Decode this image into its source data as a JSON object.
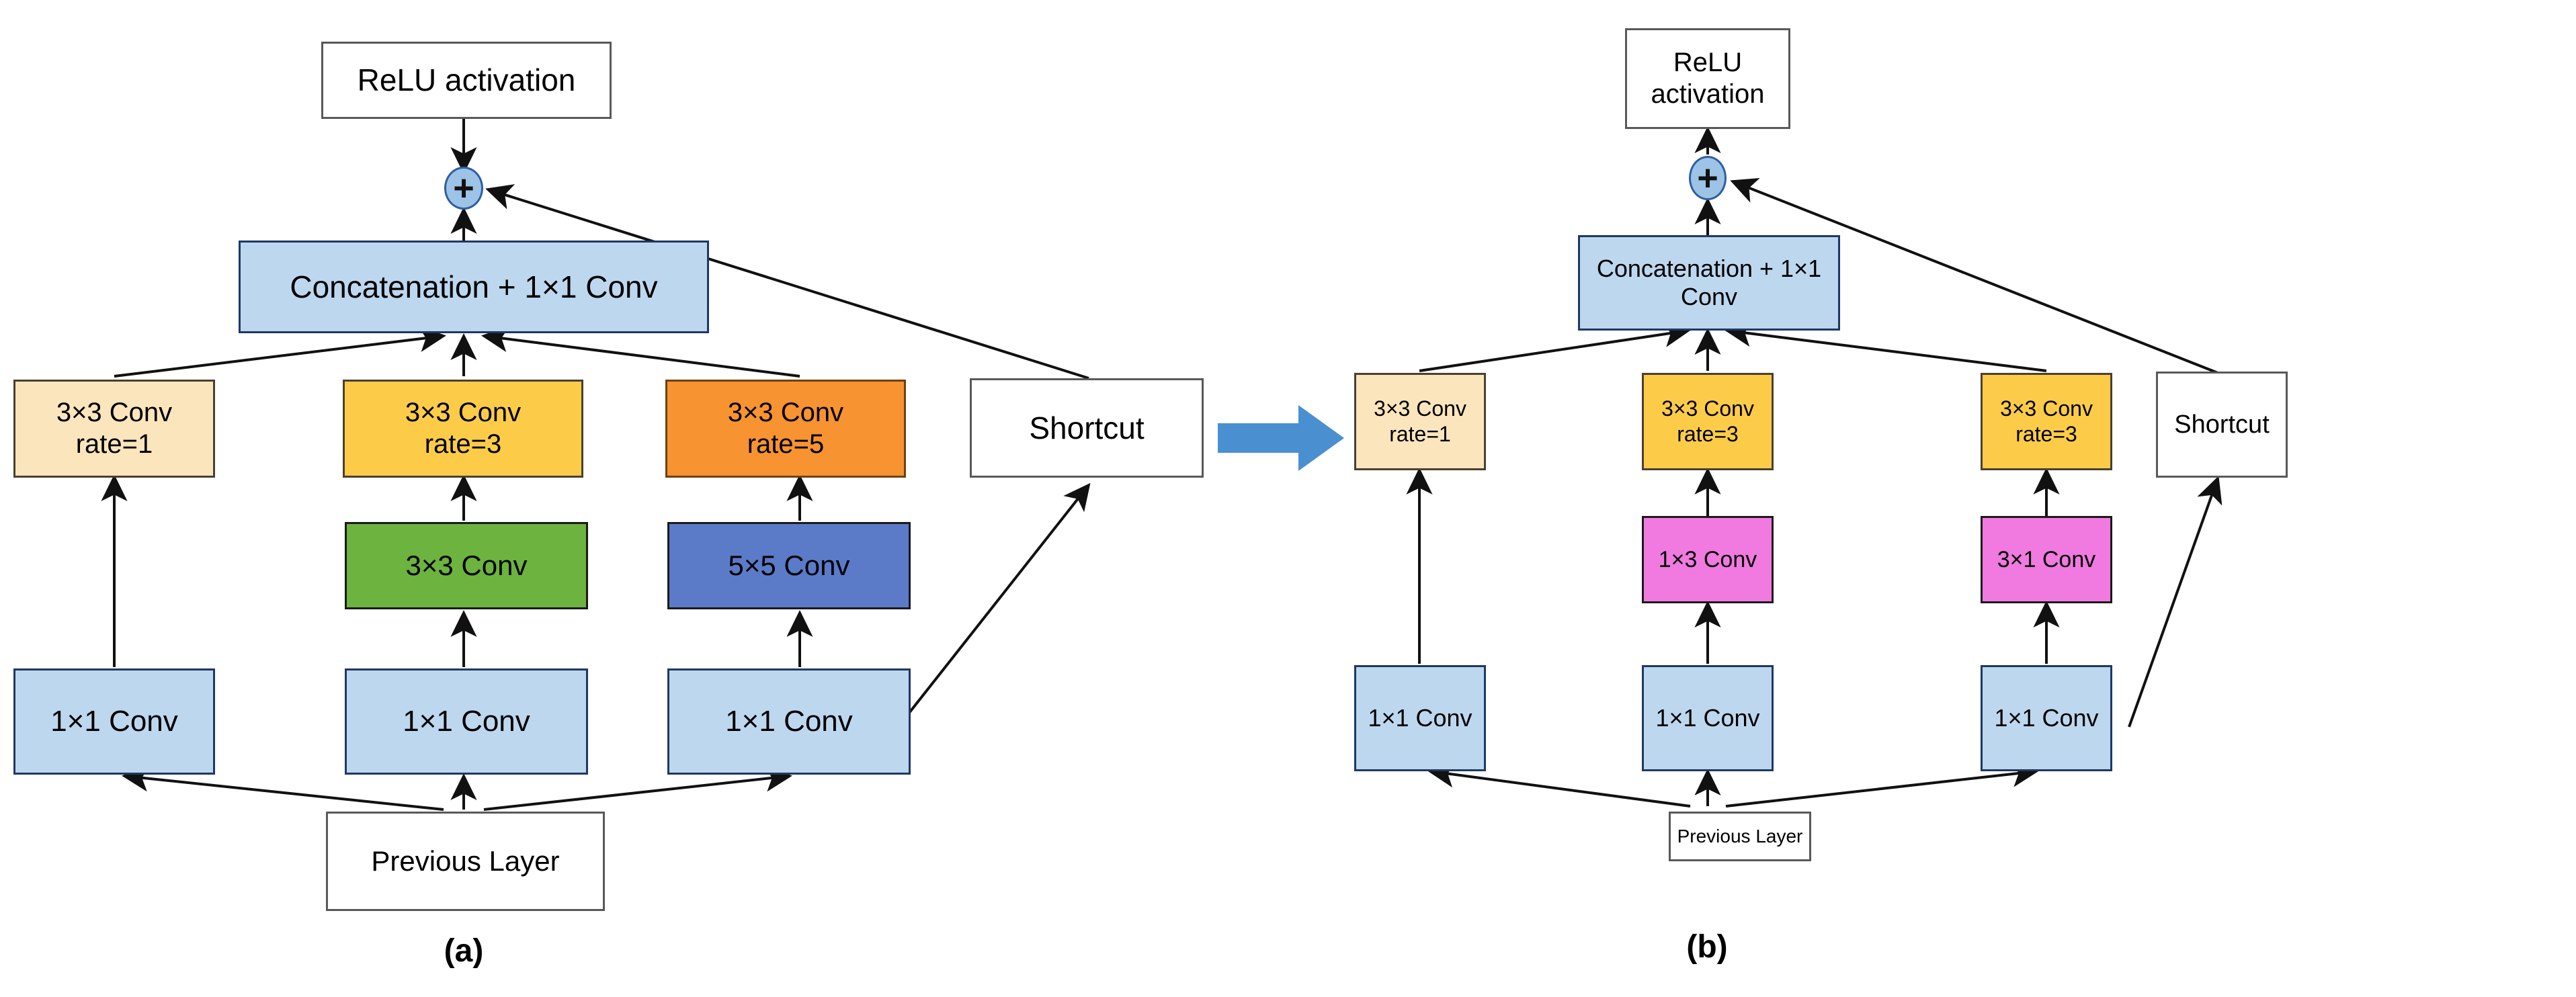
{
  "figure": {
    "panels": [
      {
        "id": "a",
        "caption": "(a)",
        "nodes": {
          "relu": "ReLU activation",
          "plus": "+",
          "concat": "Concatenation + 1×1 Conv",
          "branch1_top": "3×3 Conv\nrate=1",
          "branch2_top": "3×3 Conv\nrate=3",
          "branch3_top": "3×3 Conv\nrate=5",
          "shortcut": "Shortcut",
          "branch2_mid": "3×3 Conv",
          "branch3_mid": "5×5 Conv",
          "branch1_bot": "1×1 Conv",
          "branch2_bot": "1×1 Conv",
          "branch3_bot": "1×1 Conv",
          "previous": "Previous Layer"
        }
      },
      {
        "id": "b",
        "caption": "(b)",
        "nodes": {
          "relu": "ReLU activation",
          "plus": "+",
          "concat": "Concatenation + 1×1 Conv",
          "branch1_top": "3×3 Conv\nrate=1",
          "branch2_top": "3×3 Conv\nrate=3",
          "branch3_top": "3×3 Conv\nrate=3",
          "shortcut": "Shortcut",
          "branch2_mid": "1×3 Conv",
          "branch3_mid": "3×1 Conv",
          "branch1_bot": "1×1 Conv",
          "branch2_bot": "1×1 Conv",
          "branch3_bot": "1×1 Conv",
          "previous": "Previous Layer"
        }
      }
    ],
    "transform_arrow": {
      "name": "rightwards-block-arrow",
      "color": "#4a90d0"
    },
    "colors": {
      "cream": "#fbe5bd",
      "gold": "#fccc49",
      "orange": "#f79331",
      "green": "#6cb33f",
      "navy": "#5b7bc9",
      "pink": "#f07ae0",
      "light_blue": "#bdd7ee",
      "plus_fill": "#9dc3e6",
      "white": "#ffffff"
    }
  }
}
